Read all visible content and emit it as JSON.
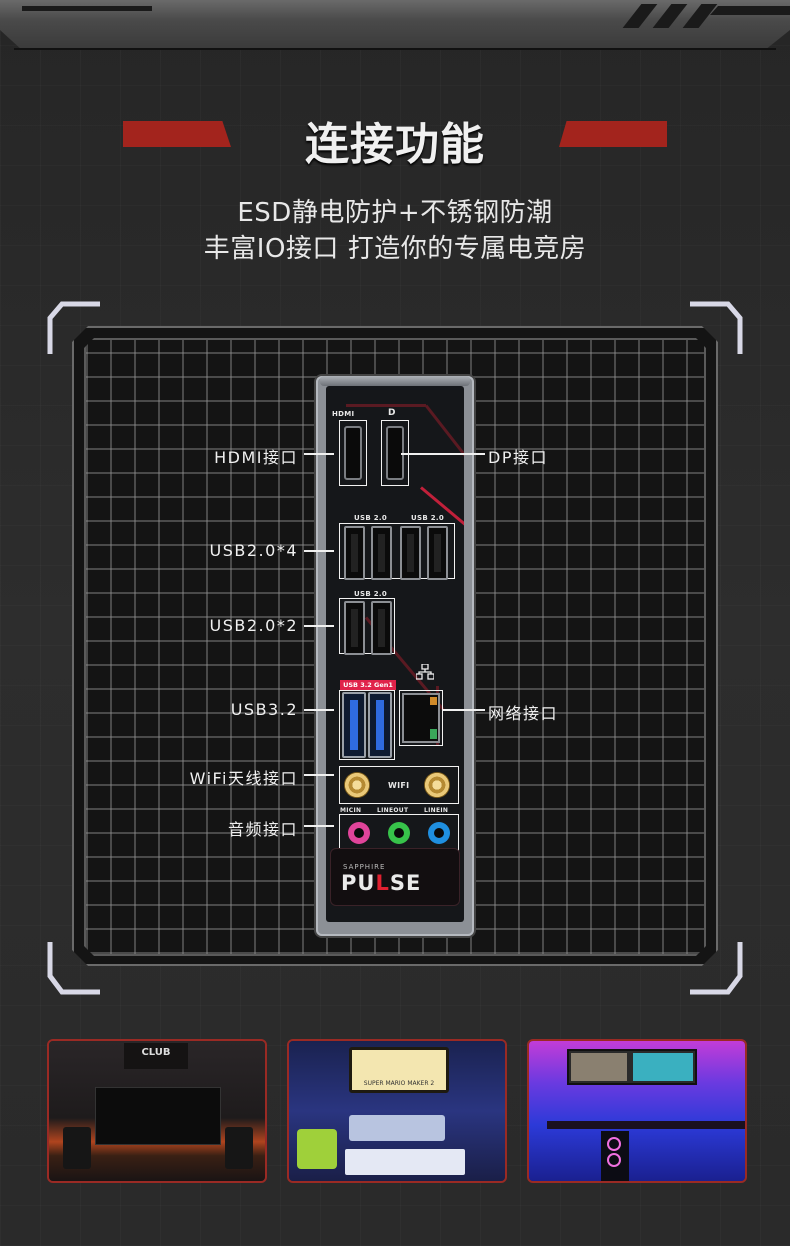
{
  "header": {
    "title": "连接功能",
    "subtitle_line1": "ESD静电防护+不锈钢防潮",
    "subtitle_line2": "丰富IO接口 打造你的专属电竞房"
  },
  "colors": {
    "accent_red": "#a3241d",
    "background": "#2b2b2b",
    "grid_panel": "#141414",
    "usb32_tag": "#e0234a",
    "usb3_blue": "#2f6be0"
  },
  "io_panel": {
    "port_labels": {
      "hdmi": "HDMI",
      "dp": "D",
      "usb2_group_a": "USB 2.0",
      "usb2_group_b": "USB 2.0",
      "usb2_group_c": "USB 2.0",
      "usb32": "USB 3.2 Gen1",
      "wifi": "WIFI",
      "mic_in": "MICIN",
      "line_out": "LINEOUT",
      "line_in": "LINEIN"
    },
    "brand": {
      "small": "SAPPHIRE",
      "big_prefix": "PU",
      "big_mid": "L",
      "big_suffix": "SE"
    },
    "audio_colors": [
      "#e0449a",
      "#37c24a",
      "#1f8fe0"
    ]
  },
  "callouts": {
    "left": [
      {
        "label": "HDMI接口"
      },
      {
        "label": "USB2.0*4"
      },
      {
        "label": "USB2.0*2"
      },
      {
        "label": "USB3.2"
      },
      {
        "label": "WiFi天线接口"
      },
      {
        "label": "音频接口"
      }
    ],
    "right": [
      {
        "label": "DP接口"
      },
      {
        "label": "网络接口"
      }
    ]
  },
  "photos": [
    {
      "name": "gaming-room-club",
      "caption": "CLUB"
    },
    {
      "name": "gaming-room-retro",
      "caption": "SUPER MARIO MAKER 2"
    },
    {
      "name": "gaming-room-neon",
      "caption": ""
    }
  ]
}
